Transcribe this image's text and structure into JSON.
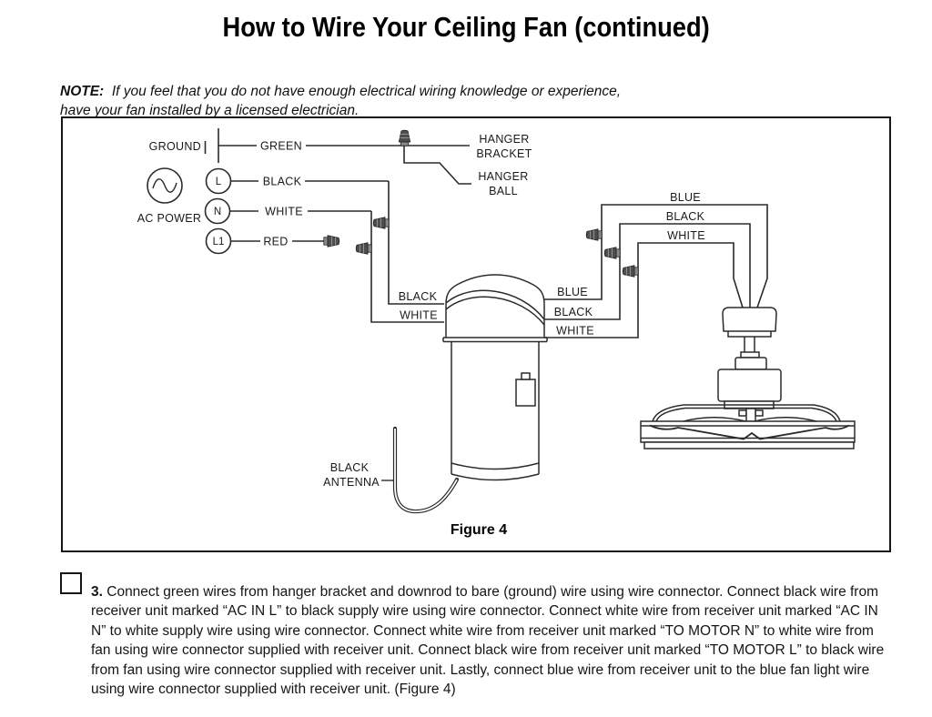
{
  "page": {
    "title": "How to Wire Your Ceiling Fan (continued)"
  },
  "note": {
    "label": "NOTE:",
    "line1": "If you feel that you do not have enough electrical wiring knowledge or experience,",
    "line2": "have your fan installed by a licensed electrician."
  },
  "diagram": {
    "caption": "Figure 4",
    "labels": {
      "ground": "GROUND",
      "green": "GREEN",
      "hanger_bracket_1": "HANGER",
      "hanger_bracket_2": "BRACKET",
      "hanger_ball_1": "HANGER",
      "hanger_ball_2": "BALL",
      "ac_power": "AC POWER",
      "terminal_l": "L",
      "terminal_n": "N",
      "terminal_l1": "L1",
      "supply_black": "BLACK",
      "supply_white": "WHITE",
      "supply_red": "RED",
      "recv_in_black": "BLACK",
      "recv_in_white": "WHITE",
      "recv_out_blue": "BLUE",
      "recv_out_black": "BLACK",
      "recv_out_white": "WHITE",
      "fan_blue": "BLUE",
      "fan_black": "BLACK",
      "fan_white": "WHITE",
      "antenna_1": "BLACK",
      "antenna_2": "ANTENNA"
    }
  },
  "step": {
    "number": "3.",
    "text": "Connect green wires from hanger bracket and downrod to bare (ground) wire using wire connector. Connect black wire from receiver unit marked “AC IN L” to black supply wire using wire connector. Connect white wire from receiver unit marked “AC IN N” to white supply wire using wire connector. Connect white wire from receiver unit marked “TO MOTOR N” to white wire from fan using wire connector supplied with receiver unit. Connect black wire from receiver unit marked “TO MOTOR L” to black wire from fan using wire connector supplied with receiver unit. Lastly, connect blue wire from receiver unit to the blue fan light wire using wire connector supplied with receiver unit. (Figure 4)"
  }
}
